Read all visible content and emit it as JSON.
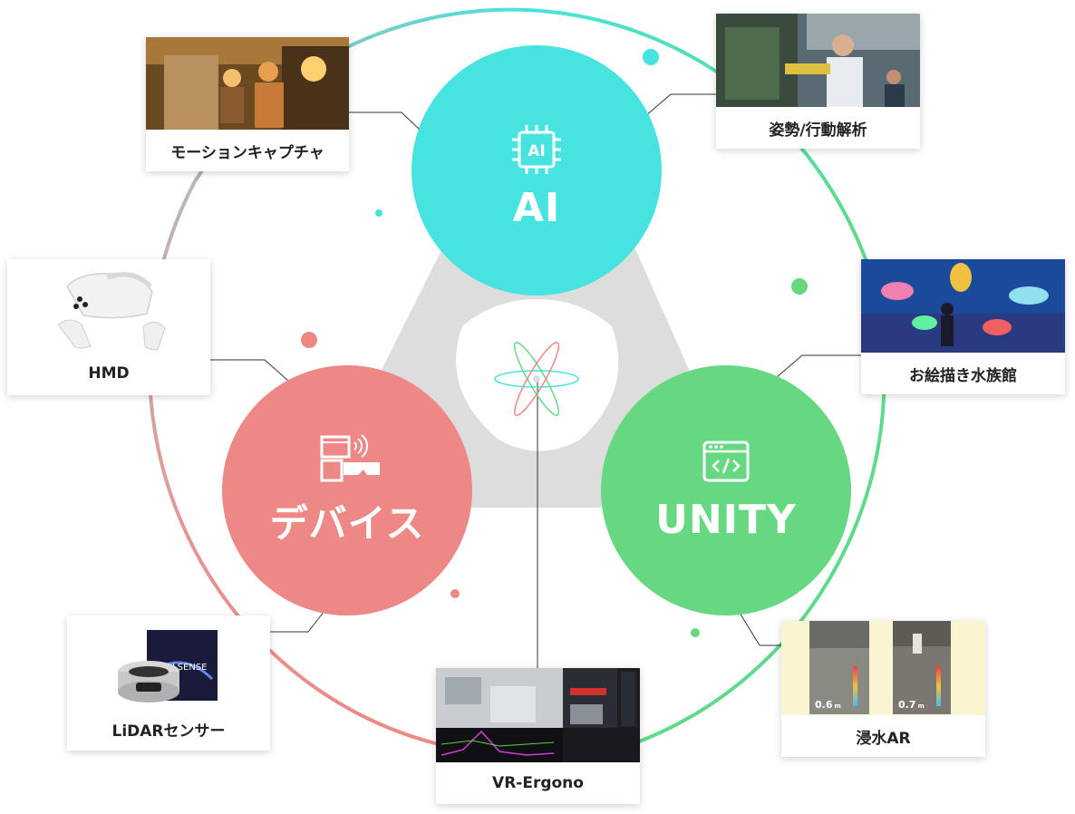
{
  "hubs": {
    "ai": {
      "label": "AI",
      "icon": "ai-chip-icon",
      "color": "#47e3e0"
    },
    "device": {
      "label": "デバイス",
      "icon": "device-icon",
      "color": "#ee8886"
    },
    "unity": {
      "label": "UNITY",
      "icon": "code-window-icon",
      "color": "#67d882"
    }
  },
  "center_icon": "atom-icon",
  "cards": {
    "motion_capture": {
      "caption": "モーションキャプチャ"
    },
    "posture_analysis": {
      "caption": "姿勢/行動解析"
    },
    "hmd": {
      "caption": "HMD"
    },
    "drawing_aquarium": {
      "caption": "お絵描き水族館"
    },
    "lidar": {
      "caption": "LiDARセンサー"
    },
    "vr_ergono": {
      "caption": "VR-Ergono"
    },
    "flood_ar": {
      "caption": "浸水AR",
      "left_reading": "0.6",
      "right_reading": "0.7",
      "unit": "m"
    }
  },
  "colors": {
    "ring_ai": "#47e3e0",
    "ring_device": "#ee8886",
    "ring_unity": "#67d882",
    "center": "#dddddd"
  }
}
